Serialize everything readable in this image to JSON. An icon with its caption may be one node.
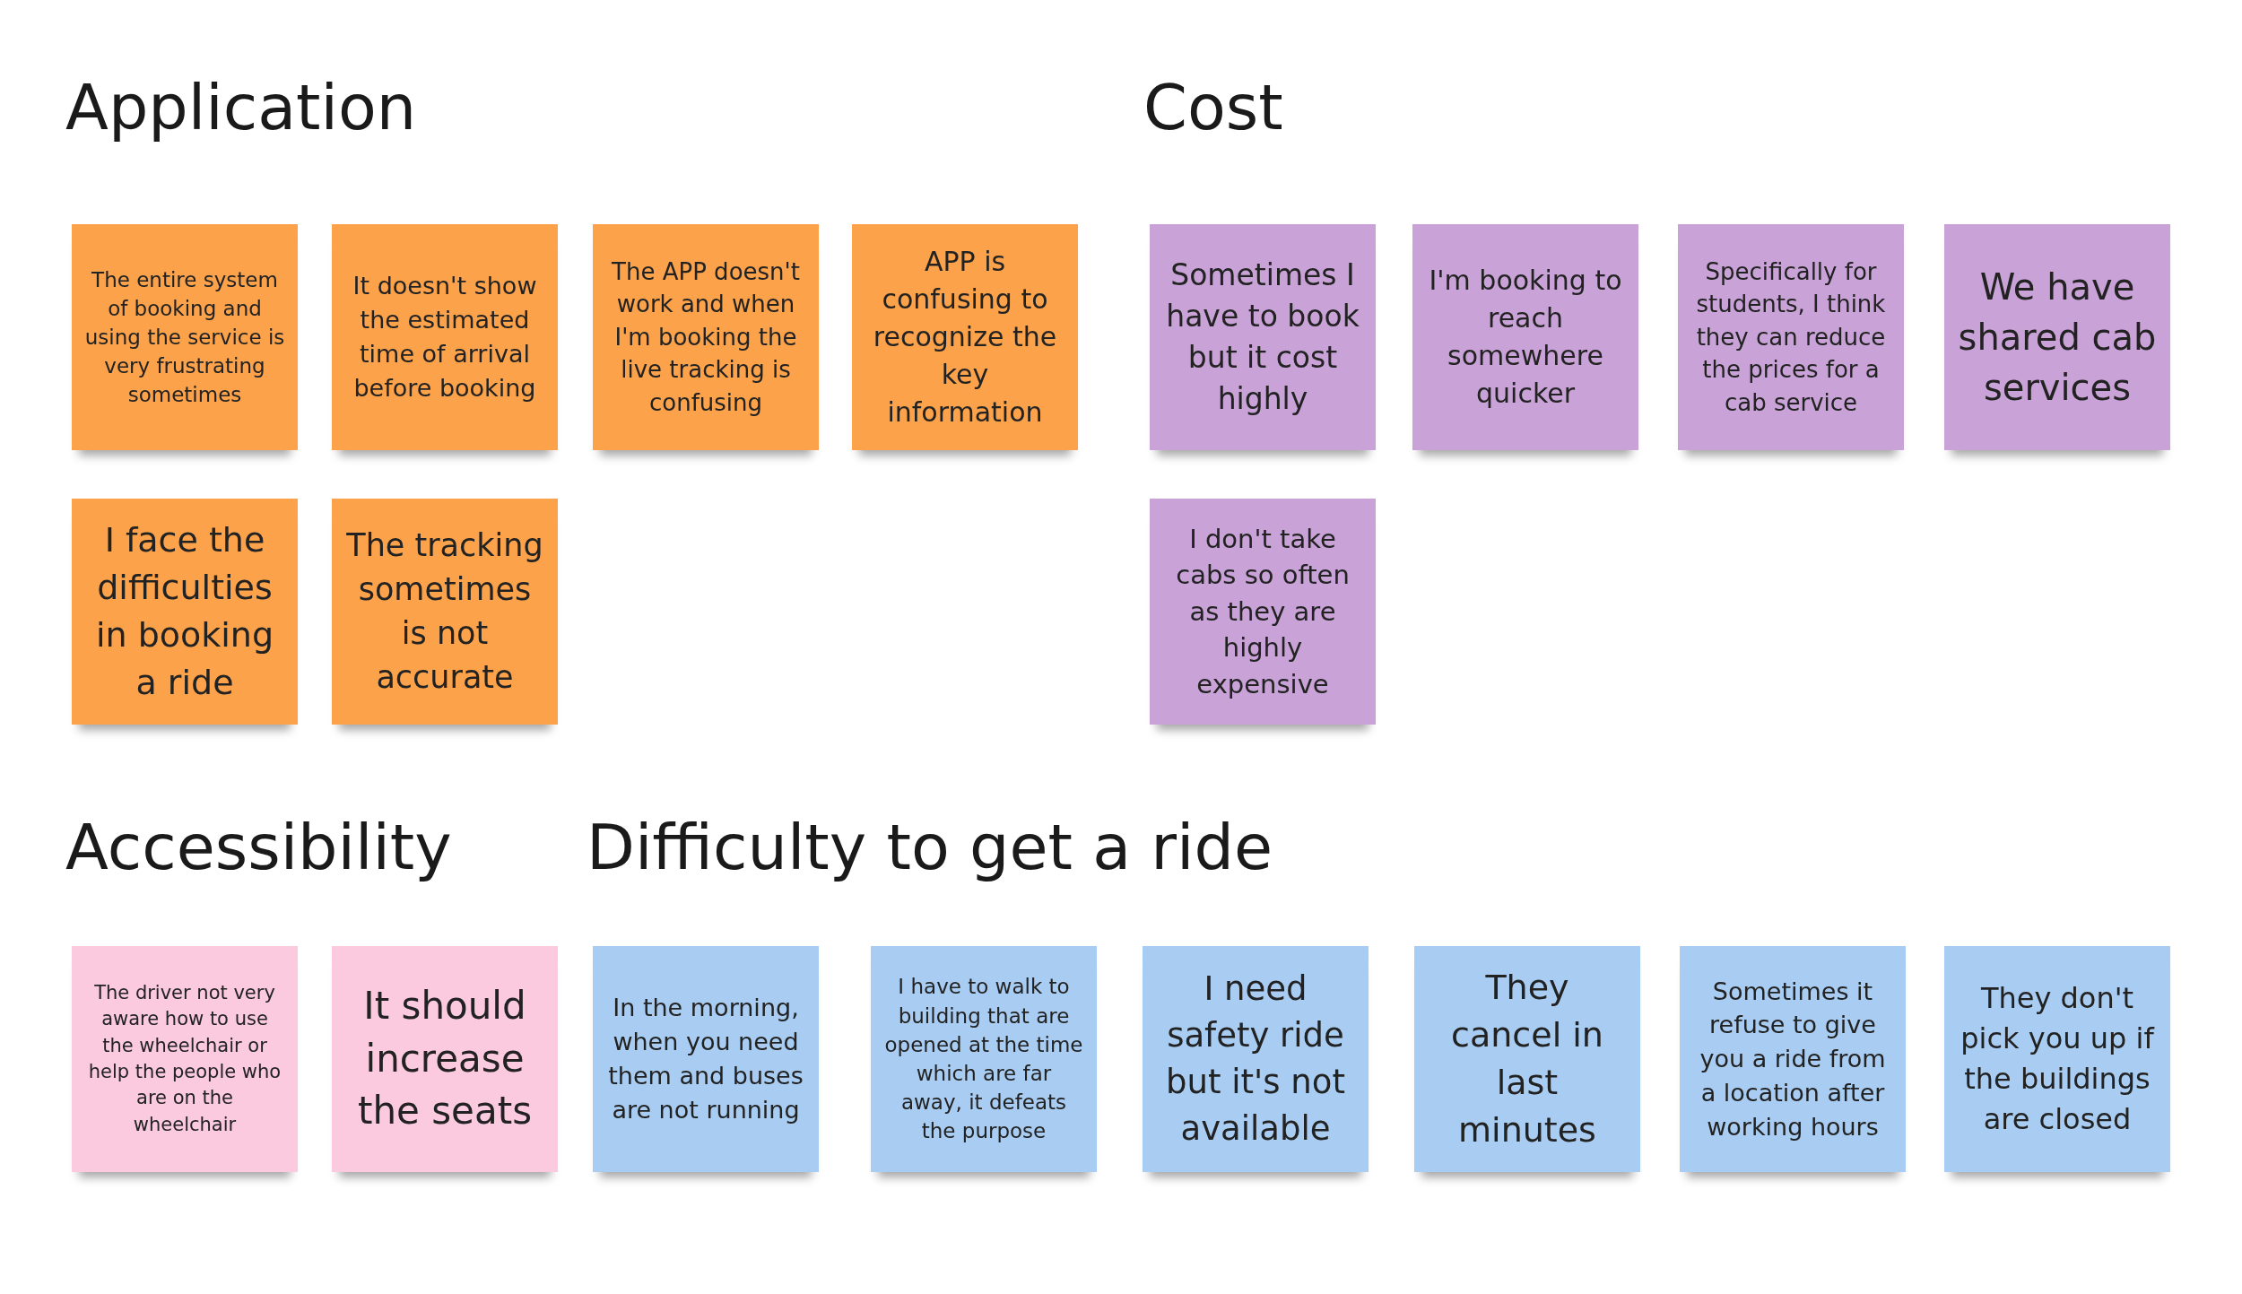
{
  "diagram": {
    "nodes": [
      {
        "text": [
          "The entire system of booking and using the service is very frustrating sometimes"
        ]
      },
      {
        "text": [
          "It doesn't show the estimated time of arrival before booking"
        ]
      },
      {
        "text": [
          "The APP doesn't work and when I'm booking the live tracking is confusing"
        ]
      },
      {
        "text": [
          "APP is confusing to recognize the key information"
        ]
      },
      {
        "text": [
          "I face the difficulties in booking a ride"
        ]
      },
      {
        "text": [
          "The tracking sometimes is not accurate"
        ]
      },
      {
        "text": [
          "Sometimes I have to book but it cost highly"
        ]
      },
      {
        "text": [
          "I'm booking to reach somewhere quicker"
        ]
      },
      {
        "text": [
          "Specifically for students, I think they can reduce the prices for a cab service"
        ]
      },
      {
        "text": [
          "We have shared cab services"
        ]
      },
      {
        "text": [
          "I don't take cabs so often as they are highly expensive"
        ]
      },
      {
        "text": [
          "The driver not very aware how to use the wheelchair or help the people who are on the wheelchair"
        ]
      },
      {
        "text": [
          "It should increase the seats"
        ]
      },
      {
        "text": [
          "In the morning, when you need them and buses are not running"
        ]
      },
      {
        "text": [
          "I have to walk to building that are opened at the time which are far away, it defeats the purpose"
        ]
      },
      {
        "text": [
          "I need safety ride but it's not available"
        ]
      },
      {
        "text": [
          "They cancel in last minutes"
        ]
      },
      {
        "text": [
          "Sometimes it refuse to give you a ride from a location after working hours"
        ]
      },
      {
        "text": [
          "They don't pick you up if the buildings are closed"
        ]
      }
    ],
    "labels": [
      "Application",
      "Cost",
      "Accessibility",
      "Difficulty to get a ride"
    ]
  }
}
